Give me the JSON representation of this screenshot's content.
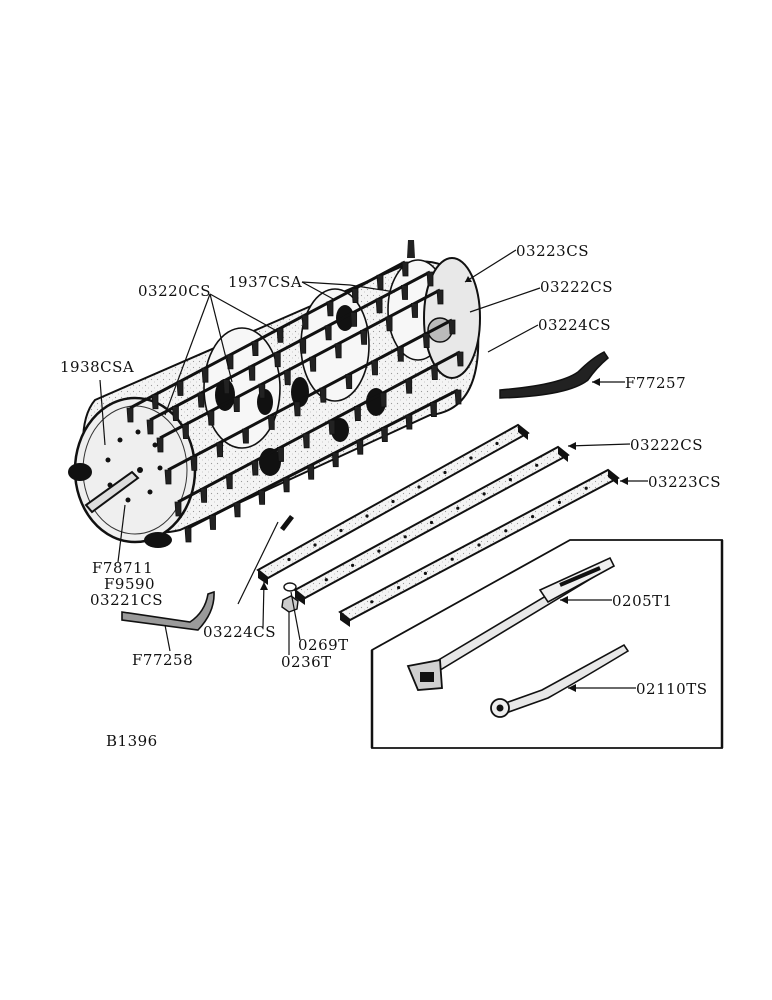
{
  "diagram": {
    "figure_code": "B1396",
    "labels": {
      "p03223cs_top": "03223CS",
      "p1937csa": "1937CSA",
      "p03222cs_top": "03222CS",
      "p03220cs": "03220CS",
      "p03224cs_top": "03224CS",
      "p1938csa": "1938CSA",
      "pf77257": "F77257",
      "p03222cs_bar": "03222CS",
      "p03223cs_bar": "03223CS",
      "pf78711": "F78711",
      "pf9590": "F9590",
      "p03221cs": "03221CS",
      "p0205t1": "0205T1",
      "p03224cs_bottom": "03224CS",
      "p0269t": "0269T",
      "pf77258": "F77258",
      "p0236t": "0236T",
      "p02110ts": "02110TS"
    }
  }
}
